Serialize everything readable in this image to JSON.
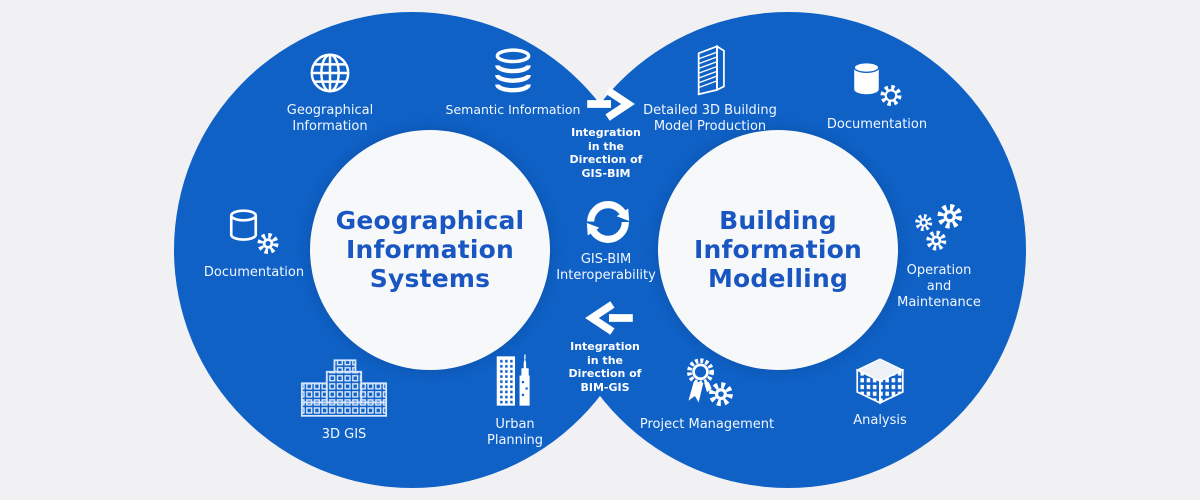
{
  "colors": {
    "circle-blue": "#0f61c6",
    "title-blue": "#1956c1",
    "label-white": "#f2f7ff",
    "bg": "#f1f1f3",
    "inner-bg": "#f7f8fa"
  },
  "left_circle": {
    "title": "Geographical\nInformation\nSystems",
    "items": [
      {
        "label": "Geographical\nInformation",
        "icon": "globe-icon"
      },
      {
        "label": "Semantic Information",
        "icon": "database-icon"
      },
      {
        "label": "Documentation",
        "icon": "database-gear-icon"
      },
      {
        "label": "3D GIS",
        "icon": "buildings-3d-icon"
      },
      {
        "label": "Urban\nPlanning",
        "icon": "city-buildings-icon"
      }
    ]
  },
  "right_circle": {
    "title": "Building\nInformation\nModelling",
    "items": [
      {
        "label": "Detailed 3D Building\nModel Production",
        "icon": "skyscraper-3d-icon"
      },
      {
        "label": "Documentation",
        "icon": "database-gear-icon"
      },
      {
        "label": "Operation\nand\nMaintenance",
        "icon": "gears-icon"
      },
      {
        "label": "Analysis",
        "icon": "cube-building-icon"
      },
      {
        "label": "Project Management",
        "icon": "award-gear-icon"
      }
    ]
  },
  "center": {
    "integration_gis_bim": "Integration\nin the\nDirection of\nGIS-BIM",
    "interoperability_label": "GIS-BIM\nInteroperability",
    "integration_bim_gis": "Integration\nin the\nDirection of\nBIM-GIS",
    "top_arrow_icon": "arrow-right-icon",
    "bottom_arrow_icon": "arrow-left-icon",
    "interoperability_icon": "sync-circle-icon"
  }
}
